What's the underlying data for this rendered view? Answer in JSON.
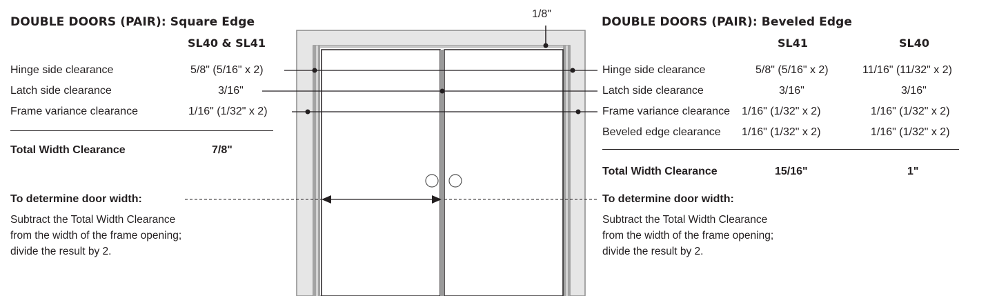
{
  "left": {
    "title": "DOUBLE DOORS (PAIR): Square Edge",
    "column_header": "SL40 & SL41",
    "rows": [
      {
        "label": "Hinge side clearance",
        "value": "5/8\" (5/16\" x 2)"
      },
      {
        "label": "Latch side clearance",
        "value": "3/16\""
      },
      {
        "label": "Frame variance clearance",
        "value": "1/16\" (1/32\" x 2)"
      }
    ],
    "total_label": "Total Width Clearance",
    "total_value": "7/8\"",
    "determine_label": "To determine door width:",
    "determine_lines": [
      "Subtract the Total Width Clearance",
      "from the width of the frame opening;",
      "divide the result by 2."
    ]
  },
  "right": {
    "title": "DOUBLE DOORS (PAIR): Beveled Edge",
    "column_headers": [
      "SL41",
      "SL40"
    ],
    "rows": [
      {
        "label": "Hinge side clearance",
        "values": [
          "5/8\" (5/16\" x 2)",
          "11/16\" (11/32\" x 2)"
        ]
      },
      {
        "label": "Latch side clearance",
        "values": [
          "3/16\"",
          "3/16\""
        ]
      },
      {
        "label": "Frame variance clearance",
        "values": [
          "1/16\" (1/32\" x 2)",
          "1/16\" (1/32\" x 2)"
        ]
      },
      {
        "label": "Beveled edge clearance",
        "values": [
          "1/16\" (1/32\" x 2)",
          "1/16\" (1/32\" x 2)"
        ]
      }
    ],
    "total_label": "Total Width Clearance",
    "total_values": [
      "15/16\"",
      "1\""
    ],
    "determine_label": "To determine door width:",
    "determine_lines": [
      "Subtract the Total Width Clearance",
      "from the width of the frame opening;",
      "divide the result by 2."
    ]
  },
  "diagram": {
    "top_gap_label": "1/8\"",
    "colors": {
      "frame_fill": "#e6e6e6",
      "jamb": "#9a9a9a",
      "line": "#231f20"
    }
  }
}
